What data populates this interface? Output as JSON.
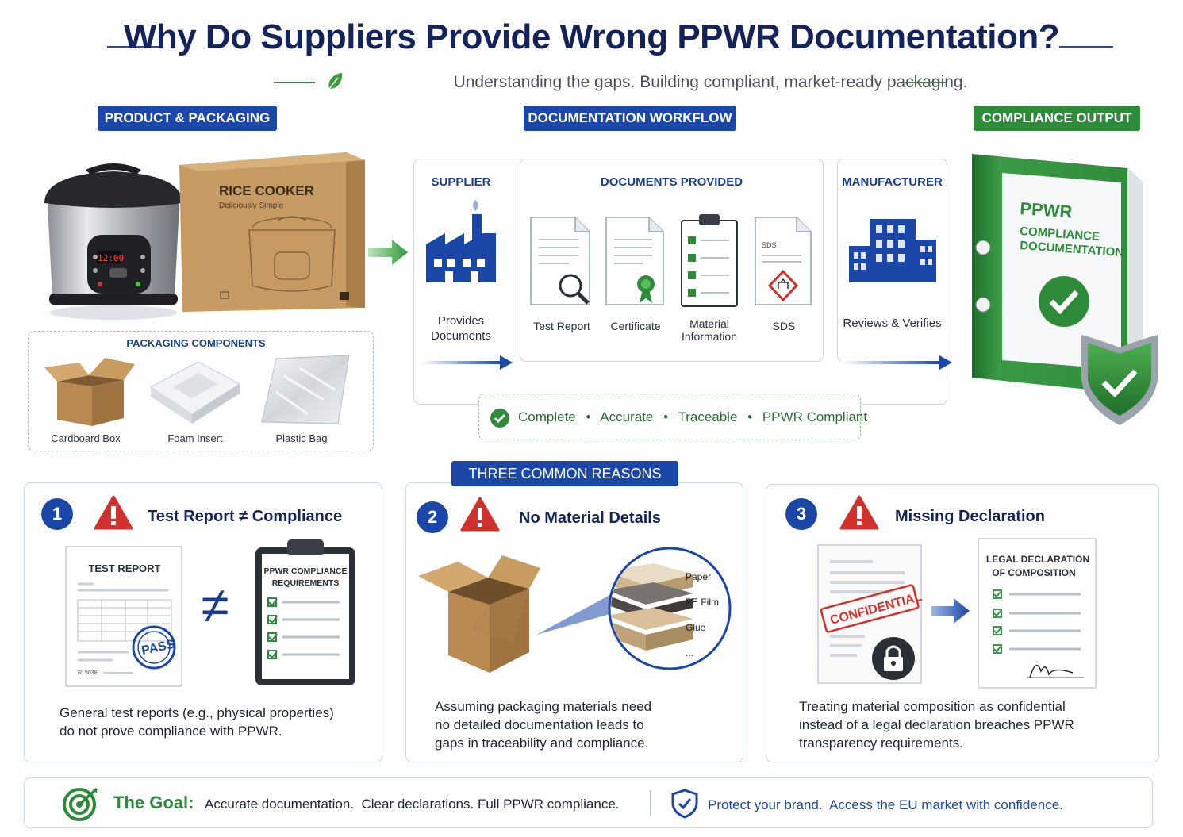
{
  "header": {
    "title": "Why Do Suppliers Provide Wrong PPWR Documentation?",
    "subtitle": "Understanding the gaps. Building compliant, market-ready packaging."
  },
  "sections": {
    "product": "PRODUCT & PACKAGING",
    "workflow": "DOCUMENTATION WORKFLOW",
    "output": "COMPLIANCE OUTPUT",
    "reasons": "THREE COMMON REASONS"
  },
  "product": {
    "box_brand": "RICE COOKER",
    "box_tagline": "Deliciously Simple",
    "display": "12:00",
    "components_title": "PACKAGING COMPONENTS",
    "components": [
      "Cardboard Box",
      "Foam Insert",
      "Plastic Bag"
    ]
  },
  "workflow": {
    "supplier_title": "SUPPLIER",
    "supplier_caption_1": "Provides",
    "supplier_caption_2": "Documents",
    "docs_title": "DOCUMENTS PROVIDED",
    "docs": {
      "test_report": "Test Report",
      "certificate": "Certificate",
      "material_1": "Material",
      "material_2": "Information",
      "sds": "SDS",
      "sds_tag": "SDS"
    },
    "manufacturer_title": "MANUFACTURER",
    "manufacturer_caption": "Reviews & Verifies",
    "criteria": [
      "Complete",
      "Accurate",
      "Traceable",
      "PPWR Compliant"
    ],
    "sep": "•"
  },
  "output": {
    "binder_line1": "PPWR",
    "binder_line2": "COMPLIANCE",
    "binder_line3": "DOCUMENTATION"
  },
  "reasons": [
    {
      "num": "1",
      "title": "Test Report ≠ Compliance",
      "doc_title": "TEST REPORT",
      "stamp": "PASS",
      "doc_ref": "R: 5038",
      "neq": "≠",
      "clip_title_1": "PPWR COMPLIANCE",
      "clip_title_2": "REQUIREMENTS",
      "text_1": "General test reports (e.g., physical properties)",
      "text_2": "do not prove compliance with PPWR."
    },
    {
      "num": "2",
      "title": "No Material Details",
      "layers": [
        "Paper",
        "PE Film",
        "Glue",
        "..."
      ],
      "text_1": "Assuming packaging materials need",
      "text_2": "no detailed documentation leads to",
      "text_3": "gaps in traceability and compliance."
    },
    {
      "num": "3",
      "title": "Missing Declaration",
      "stamp": "CONFIDENTIAL",
      "decl_title_1": "LEGAL DECLARATION",
      "decl_title_2": "OF COMPOSITION",
      "text_1": "Treating material composition as confidential",
      "text_2": "instead of a legal declaration breaches PPWR",
      "text_3": "transparency requirements."
    }
  ],
  "footer": {
    "goal_label": "The Goal:",
    "goal_text": "Accurate documentation.  Clear declarations. Full PPWR compliance.",
    "protect_text": "Protect your brand.  Access the EU market with confidence."
  },
  "colors": {
    "navy": "#14245a",
    "blue": "#1a47a8",
    "green": "#2e8b3a",
    "red": "#d0312d",
    "cardboard": "#c69a63"
  }
}
